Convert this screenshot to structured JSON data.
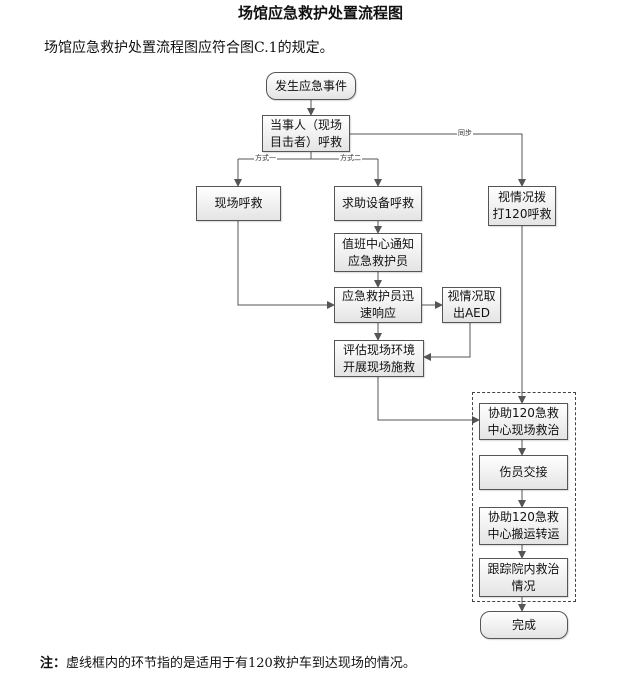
{
  "doc": {
    "title": "场馆应急救护处置流程图",
    "intro": "场馆应急救护处置流程图应符合图C.1的规定。",
    "note_label": "注：",
    "note_text": "虚线框内的环节指的是适用于有120救护车到达现场的情况。"
  },
  "flow": {
    "start": "发生应急事件",
    "witness": "当事人（现场\n目击者）呼救",
    "label_mode1": "方式一",
    "label_mode2": "方式二",
    "label_sync": "同步",
    "onsite_call": "现场呼救",
    "device_call": "求助设备呼救",
    "duty_notify": "值班中心通知\n应急救护员",
    "responder": "应急救护员迅\n速响应",
    "aed": "视情况取\n出AED",
    "assess": "评估现场环境\n开展现场施救",
    "dial120": "视情况拨\n打120呼救",
    "assist_treat": "协助120急救\n中心现场救治",
    "handover": "伤员交接",
    "assist_transport": "协助120急救\n中心搬运转运",
    "follow": "跟踪院内救治\n情况",
    "done": "完成"
  }
}
